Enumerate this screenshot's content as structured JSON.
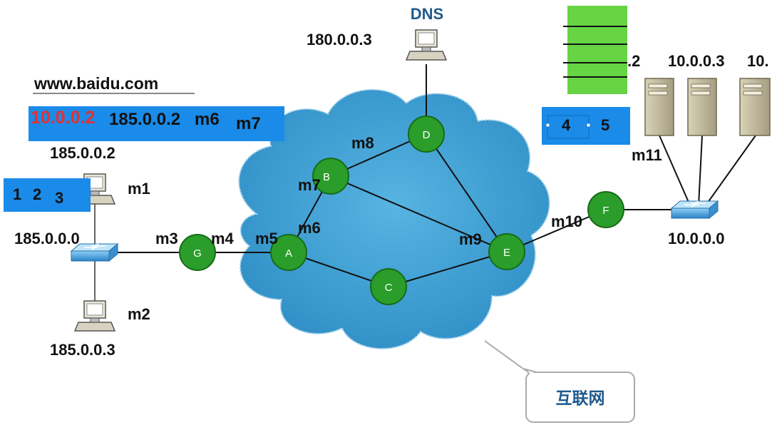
{
  "colors": {
    "cloud": "#3f9fd2",
    "cloud_edge": "#2f86b8",
    "router": "#2a9d2a",
    "router_edge": "#176b17",
    "blue_box": "#1a8be8",
    "green_block": "#66d444",
    "red_text": "#e53030",
    "dns_text": "#1f5a8c"
  },
  "dns": {
    "title": "DNS",
    "ip": "180.0.0.3"
  },
  "url": "www.baidu.com",
  "packet_top": {
    "ip1": "10.0.0.2",
    "ip2": "185.0.0.2",
    "mac1": "m6",
    "mac2": "m7"
  },
  "host_m1": {
    "ip": "185.0.0.2",
    "mac": "m1"
  },
  "host_m2": {
    "ip": "185.0.0.3",
    "mac": "m2"
  },
  "box_123": {
    "a": "1",
    "b": "2",
    "c": "3"
  },
  "box_45": {
    "a": "4",
    "b": "5"
  },
  "left_network": "185.0.0.0",
  "right_network": "10.0.0.0",
  "servers": {
    "s1": ".2",
    "s2": "10.0.0.3",
    "s3": "10."
  },
  "routers": {
    "g": "G",
    "a": "A",
    "b": "B",
    "c": "C",
    "d": "D",
    "e": "E",
    "f": "F"
  },
  "macs": {
    "m3": "m3",
    "m4": "m4",
    "m5": "m5",
    "m6": "m6",
    "m7": "m7",
    "m8": "m8",
    "m9": "m9",
    "m10": "m10",
    "m11": "m11"
  },
  "callout": "互联网"
}
